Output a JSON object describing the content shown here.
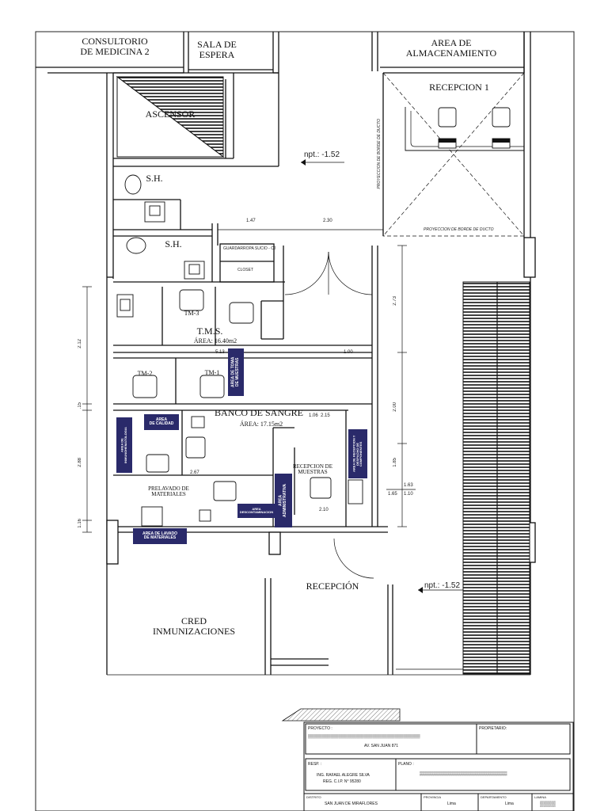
{
  "rooms": {
    "consultorio": "CONSULTORIO\nDE MEDICINA 2",
    "sala_espera": "SALA DE\nESPERA",
    "almacenamiento": "AREA DE\nALMACENAMIENTO",
    "recepcion1": "RECEPCION 1",
    "ascensor": "ASCENSOR",
    "sh1": "S.H.",
    "sh2": "S.H.",
    "tms": "T.M.S.",
    "tms_area": "ÁREA: 16.40m2",
    "tm3": "TM-3",
    "tm2": "TM-2",
    "tm1": "TM-1",
    "banco": "BANCO DE SANGRE",
    "banco_area": "ÁREA: 17.15m2",
    "prelavado": "PRELAVADO DE\nMATERIALES",
    "recepcion_muestras": "RECEPCION DE\nMUESTRAS",
    "recepcion": "RECEPCIÓN",
    "cred": "CRED\nINMUNIZACIONES",
    "closet": "CLOSET",
    "guardarropa": "GUARDARROPA SUCIO - CJ",
    "proyeccion_h": "PROYECCION DE BORDE DE DUCTO",
    "proyeccion_v": "PROYECCION DE BORDE DE DUCTO"
  },
  "levels": {
    "npt_top": "npt.: -1.52",
    "npt_bottom": "npt.: -1.52"
  },
  "tags": {
    "toma": "AREA DE TOMA\nDE MUESTRAS",
    "calidad": "AREA\nDE CALIDAD",
    "inmuno": "AREA DE\nINMUNOHEMATOLOGIA",
    "lavado": "AREA DE LAVADO\nDE MATERIALES",
    "esterilizacion": "AREA\nDESCONTAMINACION",
    "administrativa": "AREA\nADMINISTRATIVA",
    "componentes": "AREA DE RECEPCION Y\nDESPACHO DE\nCOMPONENTES"
  },
  "dims": {
    "d147": "1.47",
    "d230": "2.30",
    "d513": "5.13",
    "d100": "1.00",
    "d273": "2.73",
    "d200": "2.00",
    "d185": "1.85",
    "d163": "1.63",
    "d165": "1.65",
    "d110": "1.10",
    "d212": "2.12",
    "d288": "2.88",
    "d15": ".15",
    "d116": "1.16",
    "d267": "2.67",
    "d210": "2.10",
    "d1068": "1.06",
    "d215": "2.15"
  },
  "title_block": {
    "proyecto_label": "PROYECTO :",
    "proyecto_value": "▒▒▒▒▒▒▒▒▒▒▒▒▒▒▒▒▒▒▒▒▒▒▒▒▒▒▒▒▒▒▒▒▒▒▒▒▒▒▒▒",
    "direccion": "AV. SAN JUAN 871",
    "propietario_label": "PROPIETARIO:",
    "resp_label": "RESP. :",
    "resp_name": "ING. RAFAEL ALEGRE SILVA",
    "resp_reg": "REG. C.I.P. N° 95280",
    "plano_label": "PLANO :",
    "plano_value": "▒▒▒▒▒▒▒▒▒▒▒▒▒▒▒▒▒▒▒▒▒▒▒▒▒▒",
    "distrito_label": "DISTRITO",
    "distrito_value": "SAN JUAN DE MIRAFLORES",
    "provincia_label": "PROVINCIA",
    "provincia_value": "Lima",
    "departamento_label": "DEPARTAMENTO",
    "departamento_value": "Lima",
    "lamina_label": "LAMINA",
    "lamina_value": "▒▒▒▒"
  }
}
